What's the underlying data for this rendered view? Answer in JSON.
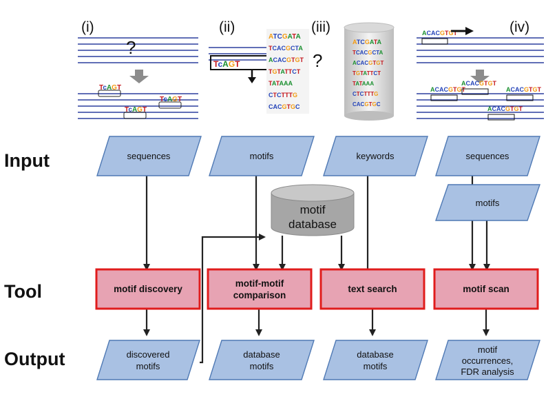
{
  "panel_labels": [
    "(i)",
    "(ii)",
    "(iii)",
    "(iv)"
  ],
  "question_mark": "?",
  "row_labels": {
    "input": "Input",
    "tool": "Tool",
    "output": "Output"
  },
  "inputs": {
    "i": [
      "sequences"
    ],
    "ii": [
      "motifs"
    ],
    "iii": [
      "keywords"
    ],
    "iv_top": [
      "sequences"
    ],
    "iv_bottom": [
      "motifs"
    ]
  },
  "database": [
    "motif",
    "database"
  ],
  "tools": {
    "i": [
      "motif discovery"
    ],
    "ii": [
      "motif-motif",
      "comparison"
    ],
    "iii": [
      "text search"
    ],
    "iv": [
      "motif scan"
    ]
  },
  "outputs": {
    "i": [
      "discovered",
      "motifs"
    ],
    "ii": [
      "database",
      "motifs"
    ],
    "iii": [
      "database",
      "motifs"
    ],
    "iv": [
      "motif",
      "occurrences,",
      "FDR analysis"
    ]
  },
  "colors": {
    "io_fill": "#a9c1e3",
    "io_stroke": "#4f79b4",
    "tool_fill": "#e7a3b3",
    "tool_stroke": "#e01c1c",
    "sequence_line": "#2b3f9e",
    "database_fill": "#a6a6a6"
  },
  "icons": [
    "sequence-lines-icon",
    "down-arrow-icon",
    "sequence-logo-icon",
    "motif-database-cylinder-icon",
    "right-arrow-icon"
  ]
}
